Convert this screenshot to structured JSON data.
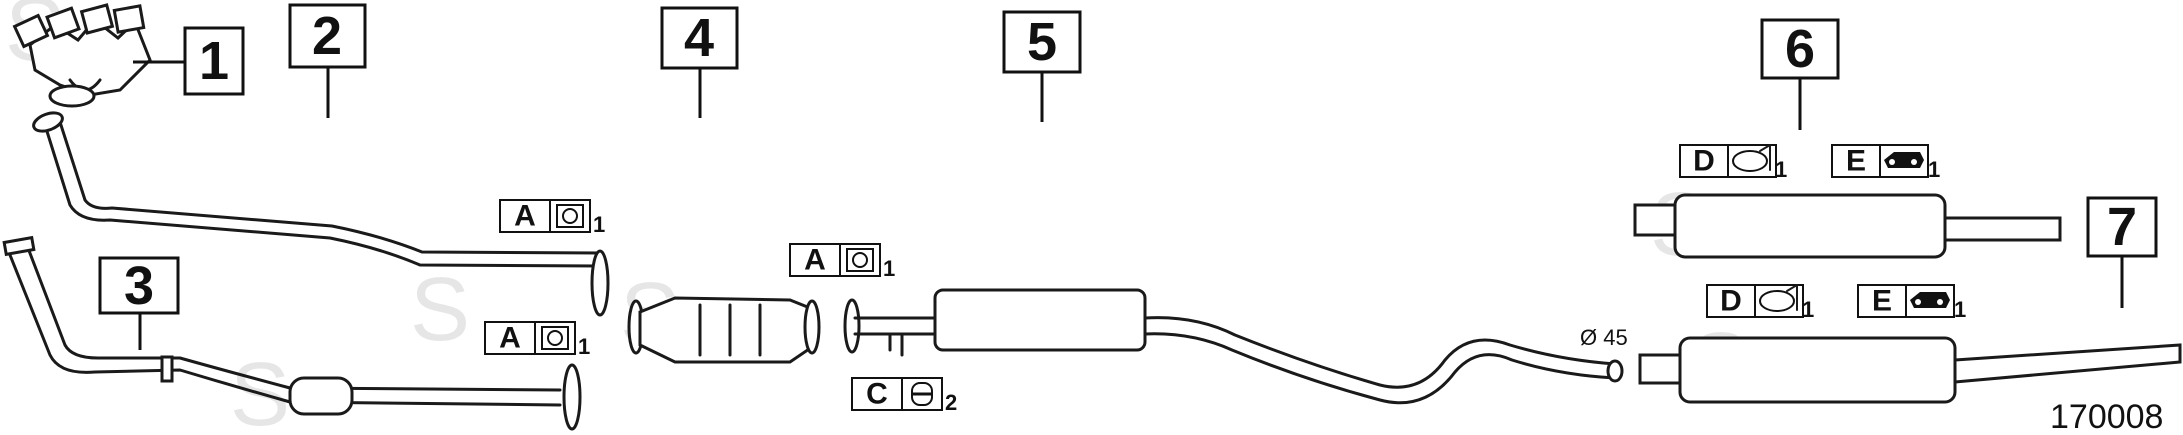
{
  "callouts": [
    {
      "id": "1",
      "label": "1"
    },
    {
      "id": "2",
      "label": "2"
    },
    {
      "id": "3",
      "label": "3"
    },
    {
      "id": "4",
      "label": "4"
    },
    {
      "id": "5",
      "label": "5"
    },
    {
      "id": "6",
      "label": "6"
    },
    {
      "id": "7",
      "label": "7"
    }
  ],
  "part_codes": [
    {
      "code": "A",
      "qty": "1",
      "icon": "gasket-flange-icon"
    },
    {
      "code": "A",
      "qty": "1",
      "icon": "gasket-flange-icon"
    },
    {
      "code": "A",
      "qty": "1",
      "icon": "gasket-flange-icon"
    },
    {
      "code": "C",
      "qty": "2",
      "icon": "clamp-icon"
    },
    {
      "code": "D",
      "qty": "1",
      "icon": "hanger-ring-icon"
    },
    {
      "code": "E",
      "qty": "1",
      "icon": "rubber-mount-icon"
    },
    {
      "code": "D",
      "qty": "1",
      "icon": "hanger-ring-icon"
    },
    {
      "code": "E",
      "qty": "1",
      "icon": "rubber-mount-icon"
    }
  ],
  "diameter_label": "Ø 45",
  "figure_number": "170008",
  "watermark_letter": "S"
}
